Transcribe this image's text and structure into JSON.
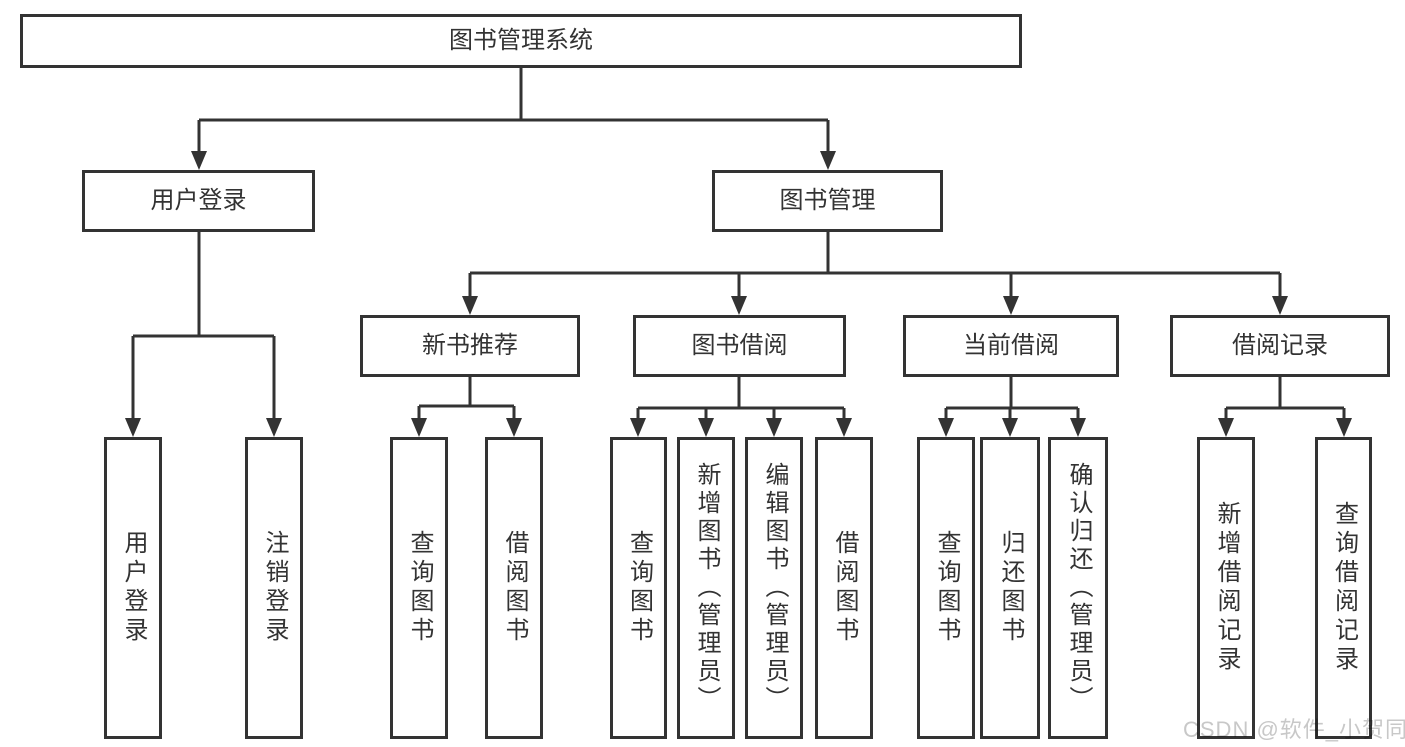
{
  "diagram": {
    "type": "hierarchy-chart",
    "background": "#ffffff",
    "line_color": "#333333",
    "text_color": "#333333",
    "watermark_color": "#c8c8c8"
  },
  "root": {
    "label": "图书管理系统"
  },
  "branches": [
    {
      "label": "用户登录",
      "children": [
        {
          "label": "用户登录"
        },
        {
          "label": "注销登录"
        }
      ]
    },
    {
      "label": "图书管理",
      "children": [
        {
          "label": "新书推荐",
          "children": [
            {
              "label": "查询图书"
            },
            {
              "label": "借阅图书"
            }
          ]
        },
        {
          "label": "图书借阅",
          "children": [
            {
              "label": "查询图书"
            },
            {
              "label": "新增图书（管理员）"
            },
            {
              "label": "编辑图书（管理员）"
            },
            {
              "label": "借阅图书"
            }
          ]
        },
        {
          "label": "当前借阅",
          "children": [
            {
              "label": "查询图书"
            },
            {
              "label": "归还图书"
            },
            {
              "label": "确认归还（管理员）"
            }
          ]
        },
        {
          "label": "借阅记录",
          "children": [
            {
              "label": "新增借阅记录"
            },
            {
              "label": "查询借阅记录"
            }
          ]
        }
      ]
    }
  ],
  "watermark": {
    "text": "CSDN @软件_小贺同学"
  }
}
